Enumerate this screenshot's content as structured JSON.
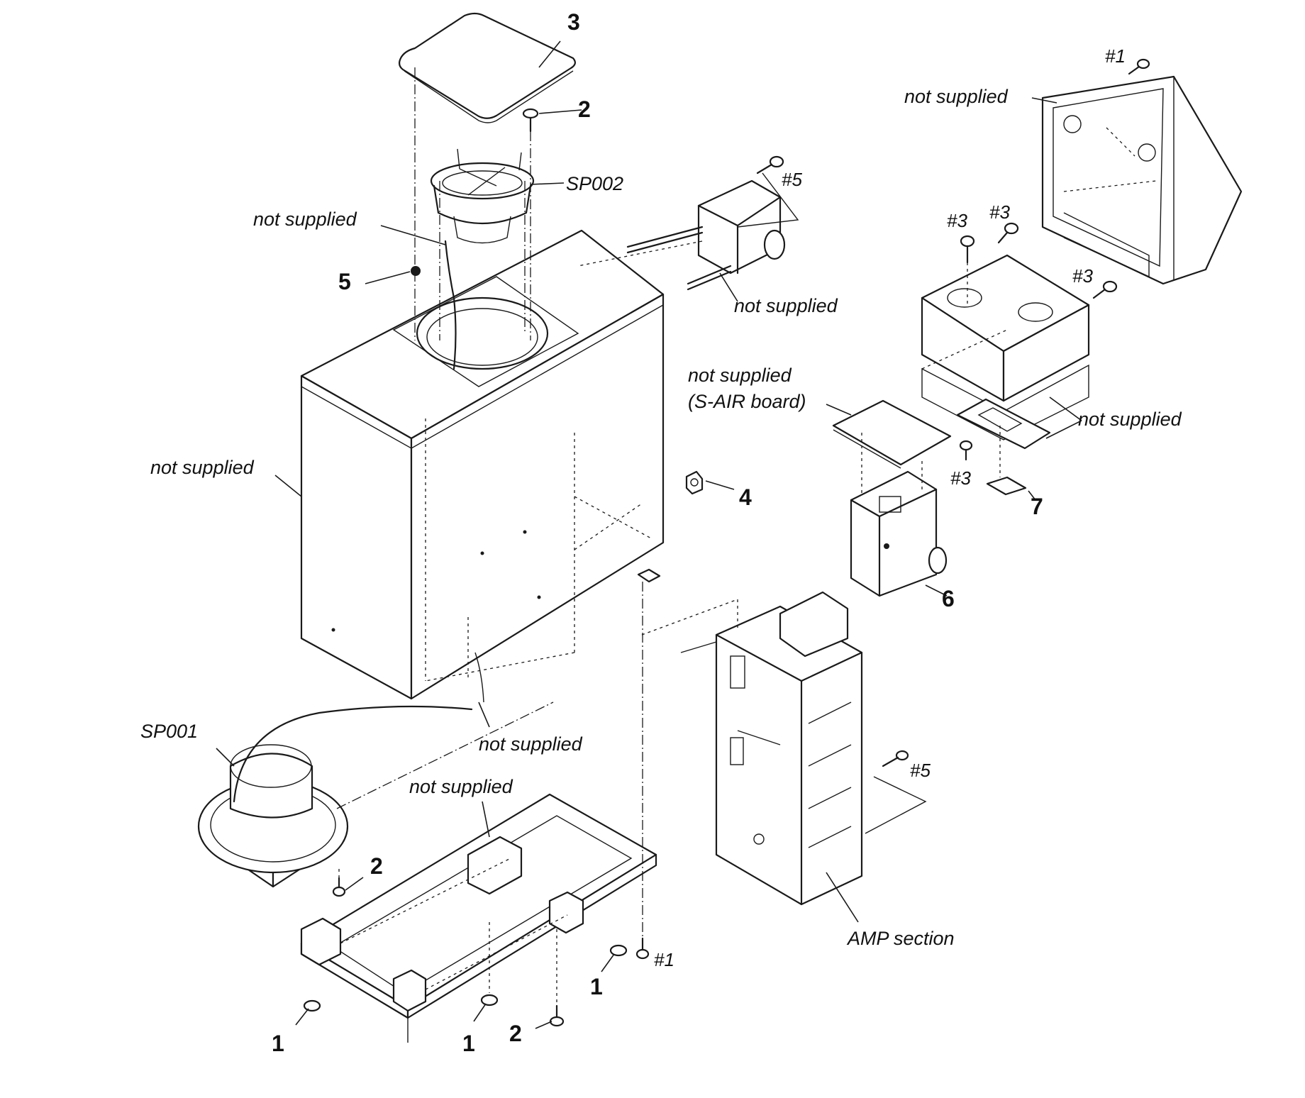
{
  "diagram": {
    "labels": {
      "part_3": "3",
      "part_2_top": "2",
      "sp002": "SP002",
      "not_supplied_wire_top": "not supplied",
      "part_5": "5",
      "ref_5_top": "#5",
      "not_supplied_terminal": "not supplied",
      "ref_1_top": "#1",
      "not_supplied_cover": "not supplied",
      "ref_3_a": "#3",
      "ref_3_b": "#3",
      "ref_3_c": "#3",
      "not_supplied_sair_line1": "not supplied",
      "not_supplied_sair_line2": "(S-AIR board)",
      "not_supplied_bracket": "not supplied",
      "ref_3_d": "#3",
      "part_7": "7",
      "part_4": "4",
      "part_6": "6",
      "not_supplied_cabinet": "not supplied",
      "sp001": "SP001",
      "not_supplied_wire_bottom": "not supplied",
      "not_supplied_base": "not supplied",
      "ref_5_amp": "#5",
      "part_2_mid": "2",
      "ref_1_bottom": "#1",
      "part_1_right": "1",
      "part_1_left": "1",
      "part_1_mid": "1",
      "part_2_bottom": "2",
      "amp_section": "AMP section"
    }
  }
}
